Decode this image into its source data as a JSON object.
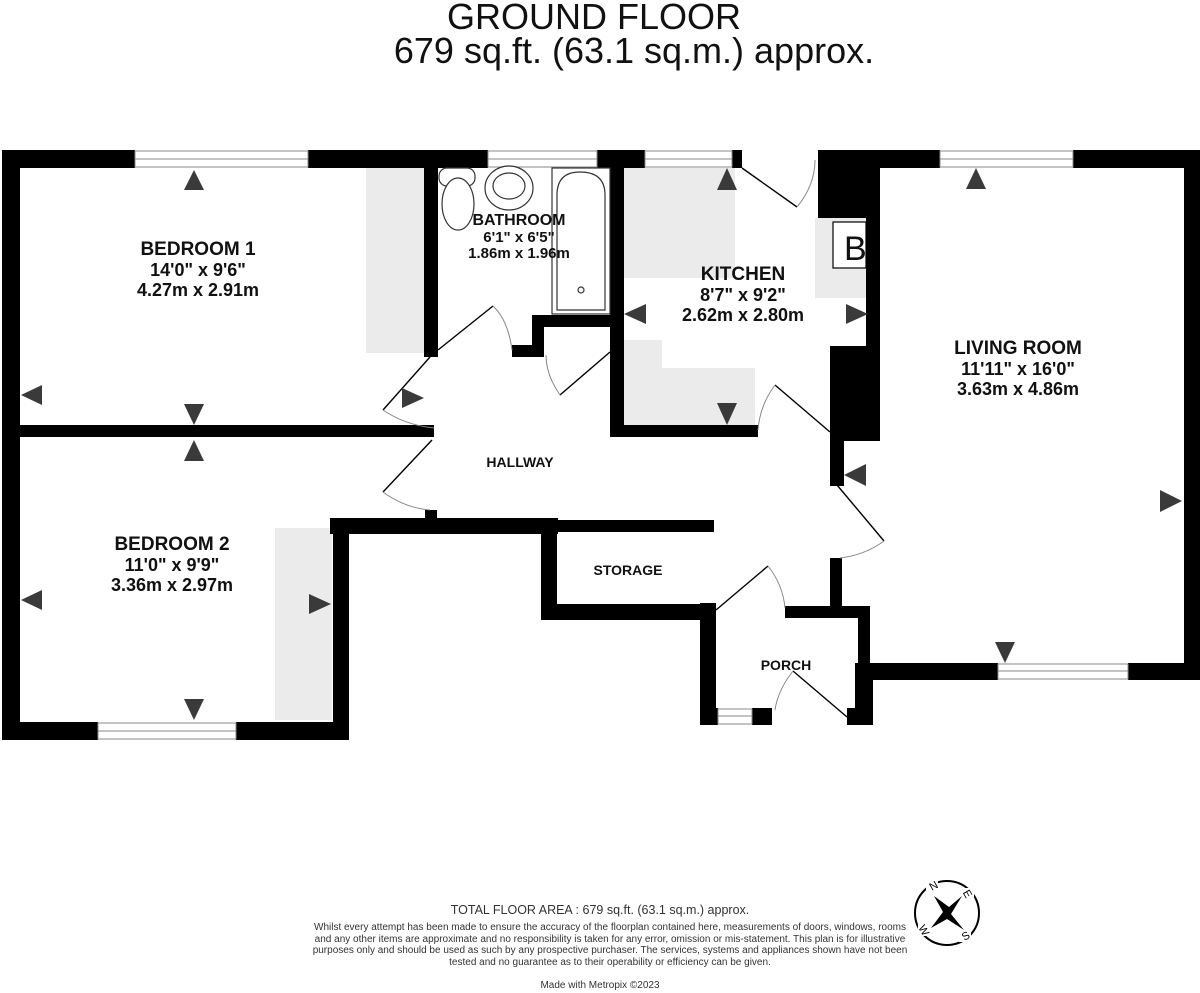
{
  "header": {
    "title": "GROUND FLOOR",
    "area": "679 sq.ft. (63.1 sq.m.) approx."
  },
  "rooms": {
    "bedroom1": {
      "name": "BEDROOM 1",
      "imperial": "14'0\"  x 9'6\"",
      "metric": "4.27m  x 2.91m"
    },
    "bathroom": {
      "name": "BATHROOM",
      "imperial": "6'1\"  x 6'5\"",
      "metric": "1.86m  x 1.96m"
    },
    "kitchen": {
      "name": "KITCHEN",
      "imperial": "8'7\"  x 9'2\"",
      "metric": "2.62m  x 2.80m"
    },
    "living": {
      "name": "LIVING ROOM",
      "imperial": "11'11\"  x 16'0\"",
      "metric": "3.63m  x 4.86m"
    },
    "bedroom2": {
      "name": "BEDROOM 2",
      "imperial": "11'0\"  x 9'9\"",
      "metric": "3.36m  x 2.97m"
    },
    "hallway": {
      "name": "HALLWAY"
    },
    "storage": {
      "name": "STORAGE"
    },
    "porch": {
      "name": "PORCH"
    }
  },
  "symbols": {
    "boiler": "B"
  },
  "footer": {
    "total": "TOTAL FLOOR AREA : 679 sq.ft. (63.1 sq.m.) approx.",
    "disclaimer": "Whilst every attempt has been made to ensure the accuracy of the floorplan contained here, measurements of doors, windows, rooms and any other items are approximate and no responsibility is taken for any error, omission or mis-statement. This plan is for illustrative purposes only and should be used as such by any prospective purchaser. The services, systems and appliances shown have not been tested and no guarantee as to their operability or efficiency can be given.",
    "made_with": "Made with Metropix ©2023"
  },
  "compass": {
    "n": "N",
    "e": "E",
    "s": "S",
    "w": "W"
  },
  "colors": {
    "wall": "#000000",
    "fitted": "#ebebeb",
    "arrow": "#3a3a3a"
  }
}
